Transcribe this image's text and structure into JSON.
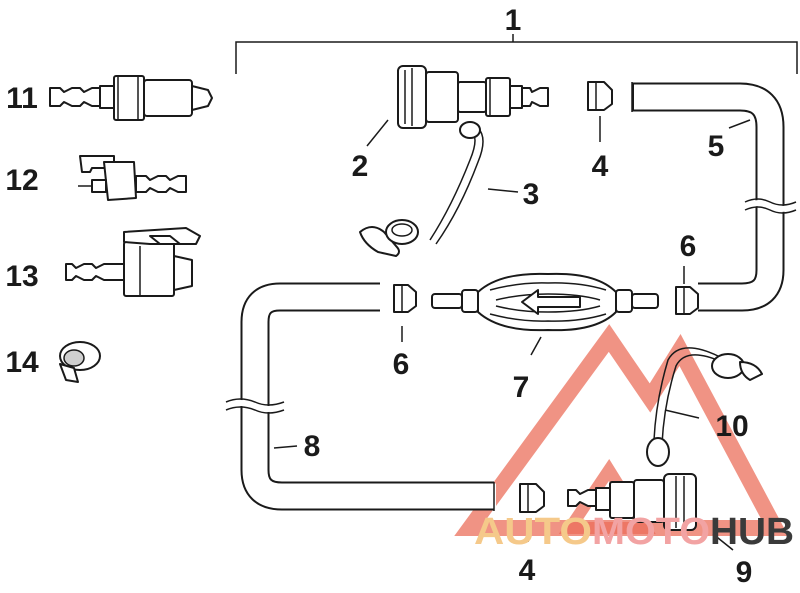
{
  "labels": {
    "l1": "1",
    "l2": "2",
    "l3": "3",
    "l4a": "4",
    "l4b": "4",
    "l5": "5",
    "l6a": "6",
    "l6b": "6",
    "l7": "7",
    "l8": "8",
    "l9": "9",
    "l10": "10",
    "l11": "11",
    "l12": "12",
    "l13": "13",
    "l14": "14"
  },
  "watermark": {
    "word_a": "AUTO",
    "word_b": "MOTO",
    "word_c": "HUB",
    "color_a": "#f5c98a",
    "color_b": "#f2a3a3",
    "color_c": "#3a3a3a",
    "logo_color": "#e8553f"
  },
  "colors": {
    "line": "#1a1a1a",
    "background": "#ffffff"
  }
}
